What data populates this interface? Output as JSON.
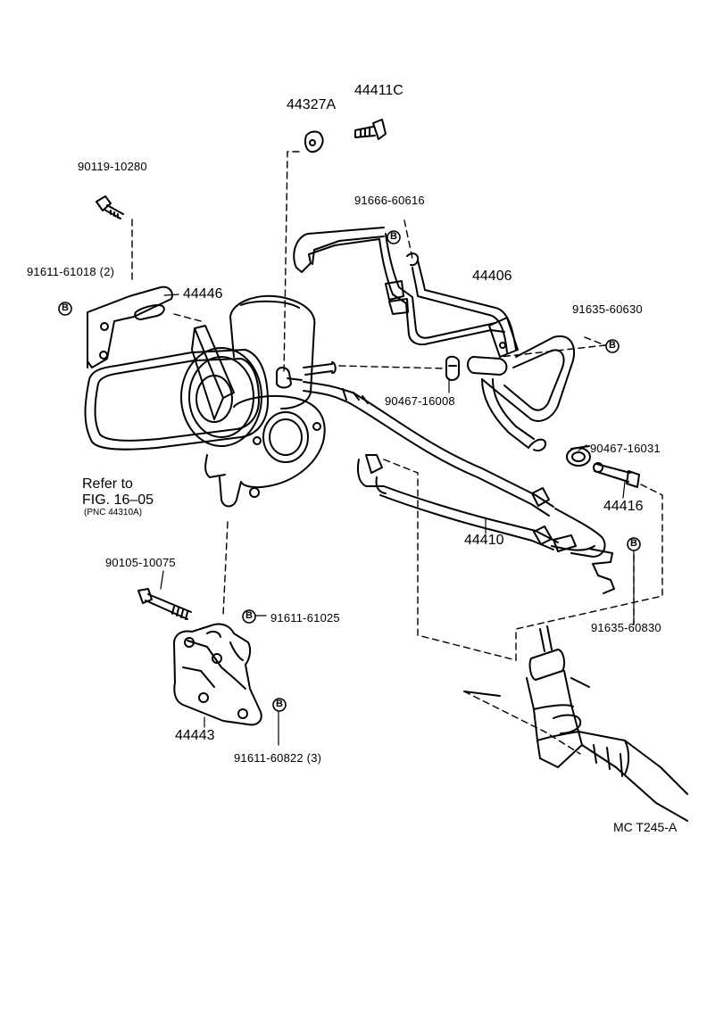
{
  "labels": {
    "p44411c": "44411C",
    "p44327a": "44327A",
    "p90119": "90119-10280",
    "p91666": "91666-60616",
    "p44406": "44406",
    "p91611_61018": "91611-61018 (2)",
    "p44446": "44446",
    "p91635_60630": "91635-60630",
    "p90467_16008": "90467-16008",
    "p90467_16031": "90467-16031",
    "p44416": "44416",
    "p44410": "44410",
    "p90105": "90105-10075",
    "p91611_61025": "91611-61025",
    "p91635_60830": "91635-60830",
    "p44443": "44443",
    "p91611_60822": "91611-60822 (3)",
    "refer_line1": "Refer to",
    "refer_line2": "FIG. 16–05",
    "refer_line3": "(PNC 44310A)",
    "diagram_code": "MC T245-A"
  },
  "markers": {
    "b_symbol": "B"
  },
  "colors": {
    "ink": "#000000",
    "paper": "#ffffff"
  }
}
